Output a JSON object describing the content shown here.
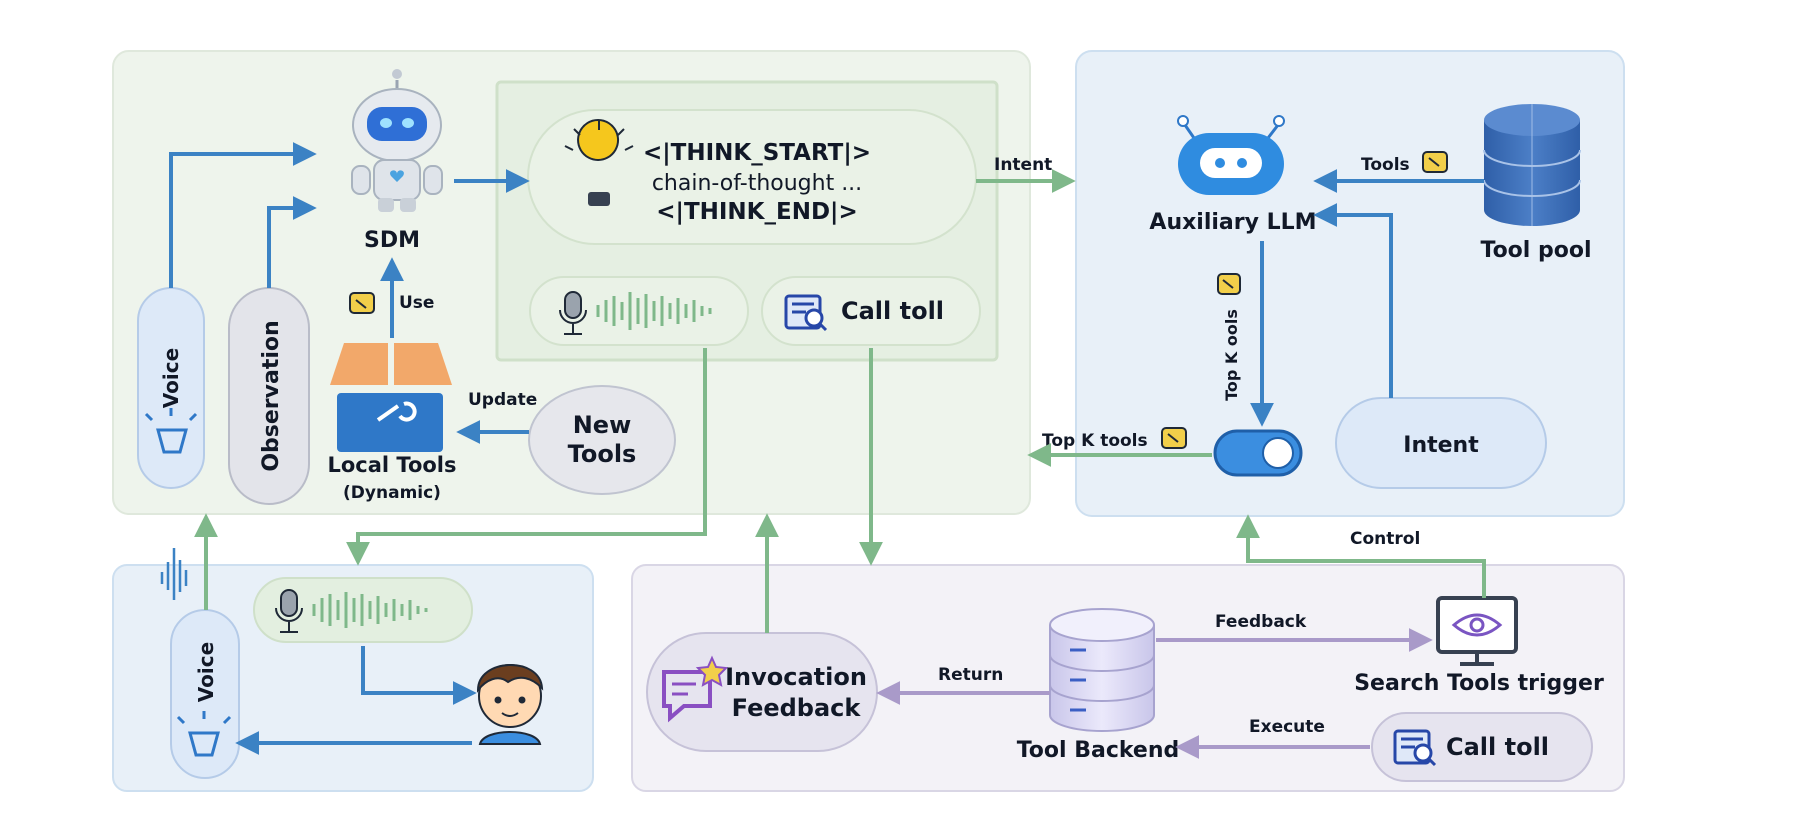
{
  "sdm": {
    "label": "SDM"
  },
  "inputs": {
    "voice_label": "Voice",
    "observation_label": "Observation"
  },
  "local_tools": {
    "label": "Local Tools",
    "sublabel": "(Dynamic)",
    "use_label": "Use",
    "update_label": "Update"
  },
  "new_tools": {
    "line1": "New",
    "line2": "Tools"
  },
  "thinking": {
    "start_token": "<|THINK_START|>",
    "body": "chain-of-thought ...",
    "end_token": "<|THINK_END|>"
  },
  "call_tool": {
    "label": "Call toll"
  },
  "intent_edge": {
    "label": "Intent"
  },
  "aux": {
    "llm_label": "Auxiliary LLM",
    "tools_label": "Tools",
    "tool_pool_label": "Tool pool",
    "top_k_vertical": "Top K ools",
    "intent_label": "Intent",
    "top_k_tools_label": "Top K tools"
  },
  "user_panel": {
    "voice_label": "Voice"
  },
  "backend": {
    "invocation_line1": "Invocation",
    "invocation_line2": "Feedback",
    "return_label": "Return",
    "tool_backend_label": "Tool Backend",
    "feedback_label": "Feedback",
    "search_trigger_label": "Search Tools trigger",
    "execute_label": "Execute",
    "call_tool_label": "Call toll",
    "control_label": "Control"
  },
  "colors": {
    "blue_arrow": "#3b82c4",
    "green_arrow": "#7fb88a",
    "purple_arrow": "#a99ac9",
    "green_panel": "#eef4ec",
    "blue_panel": "#e8f0f8",
    "purple_panel": "#f3f2f7"
  }
}
